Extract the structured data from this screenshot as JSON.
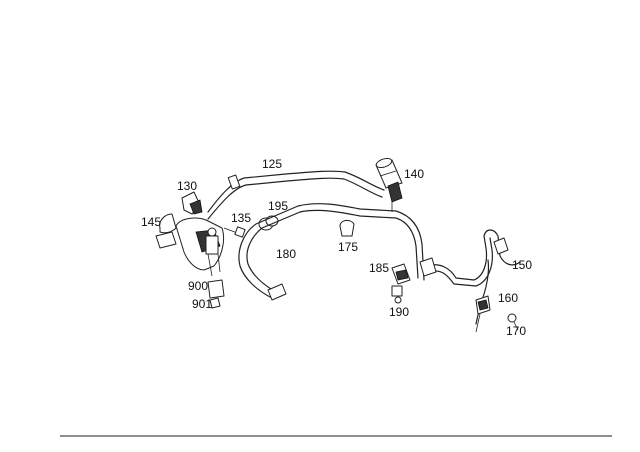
{
  "diagram": {
    "callouts": {
      "c125": "125",
      "c130": "130",
      "c135": "135",
      "c140": "140",
      "c145": "145",
      "c150": "150",
      "c160": "160",
      "c170": "170",
      "c175": "175",
      "c180": "180",
      "c185": "185",
      "c190": "190",
      "c195": "195",
      "c900": "900",
      "c901": "901"
    }
  }
}
